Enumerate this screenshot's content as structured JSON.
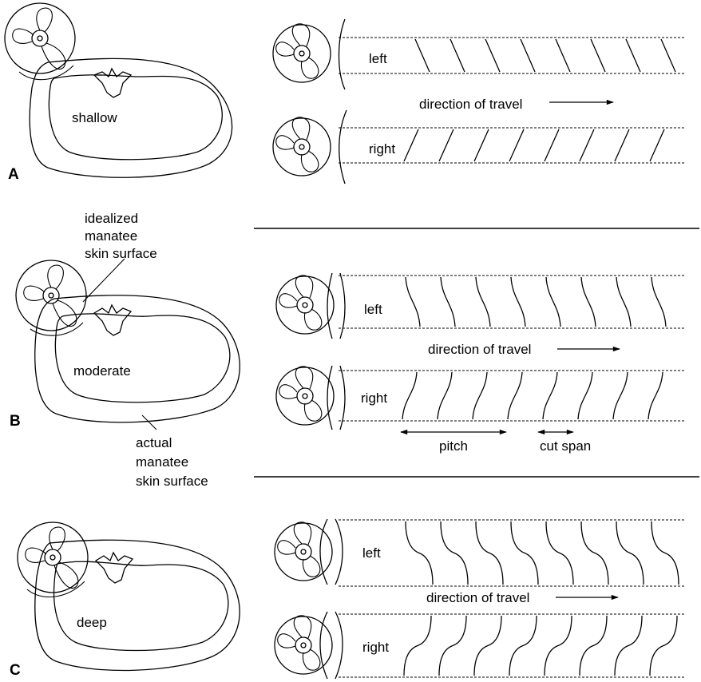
{
  "panels": [
    {
      "letter": "A",
      "depth_label": "shallow",
      "tracks": [
        {
          "side": "left",
          "label": "left"
        },
        {
          "side": "right",
          "label": "right"
        }
      ],
      "direction_label": "direction of travel"
    },
    {
      "letter": "B",
      "depth_label": "moderate",
      "tracks": [
        {
          "side": "left",
          "label": "left"
        },
        {
          "side": "right",
          "label": "right"
        }
      ],
      "direction_label": "direction of travel",
      "annotations": {
        "idealized": [
          "idealized",
          "manatee",
          "skin surface"
        ],
        "actual": [
          "actual",
          "manatee",
          "skin surface"
        ],
        "pitch": "pitch",
        "cut_span": "cut span"
      }
    },
    {
      "letter": "C",
      "depth_label": "deep",
      "tracks": [
        {
          "side": "left",
          "label": "left"
        },
        {
          "side": "right",
          "label": "right"
        }
      ],
      "direction_label": "direction of travel"
    }
  ]
}
